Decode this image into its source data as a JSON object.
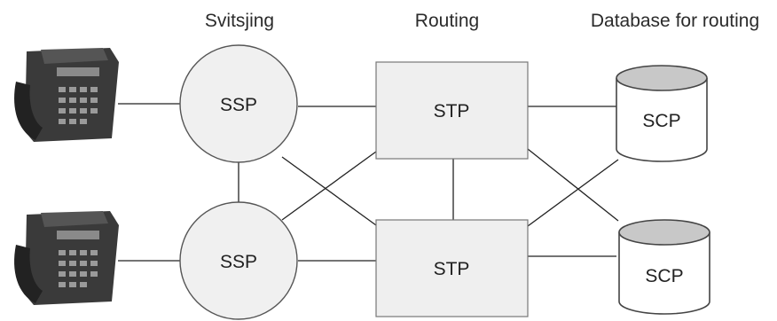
{
  "headers": {
    "switching": "Svitsjing",
    "routing": "Routing",
    "database": "Database for routing"
  },
  "nodes": {
    "ssp_top": "SSP",
    "ssp_bottom": "SSP",
    "stp_top": "STP",
    "stp_bottom": "STP",
    "scp_top": "SCP",
    "scp_bottom": "SCP"
  },
  "icons": {
    "phone_top": "desk-phone-icon",
    "phone_bottom": "desk-phone-icon",
    "database_top": "database-cylinder-icon",
    "database_bottom": "database-cylinder-icon"
  },
  "colors": {
    "node_fill": "#efefef",
    "database_top_fill": "#c8c8c8",
    "line": "#222222"
  }
}
